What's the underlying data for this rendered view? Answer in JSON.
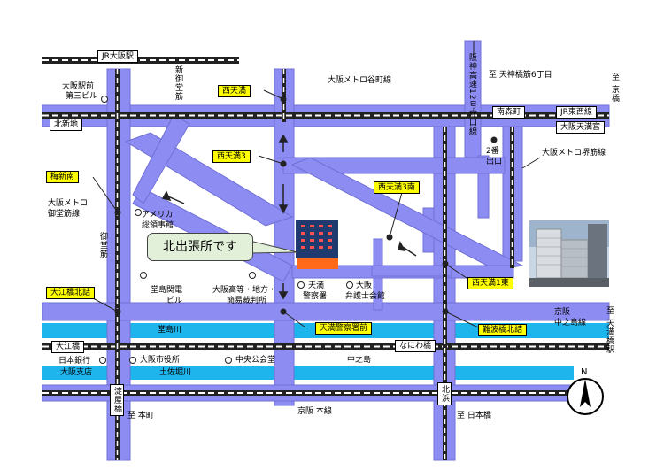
{
  "stations": {
    "jr_osaka": "JR大阪駅",
    "kitashinchi": "北新地",
    "minamimorimachi": "南森町",
    "jr_tozai_line": "JR東西線",
    "osaka_tenmangu": "大阪天満宮",
    "nishi_umeda": "西天満",
    "higashi_umeda_south": "梅新南",
    "oebashi": "大江橋",
    "naniwabashi": "なにわ橋",
    "yodoyabashi": "淀屋橋",
    "kitahama": "北浜"
  },
  "yellow_labels": {
    "nishitenma": "西天満",
    "nishitenma3": "西天満3",
    "nishitenma3minami": "西天満3南",
    "nishitenma1higashi": "西天満1東",
    "umeshinminami": "梅新南",
    "oebashi_kitazume": "大江橋北詰",
    "tenma_police": "天満警察署前",
    "naniwabashi_kitazume": "難波橋北詰"
  },
  "lines": {
    "tanimachi": "大阪メトロ谷町線",
    "sakaisuji": "大阪メトロ堺筋線",
    "midosuji_a": "大阪メトロ",
    "midosuji_b": "御堂筋線",
    "hanshin_expressway": "阪神高速12号守口線",
    "keihan_nakanoshima_a": "京阪",
    "keihan_nakanoshima_b": "中之島線",
    "keihan_main": "京阪 本線",
    "shin_midosuji": "新御堂筋",
    "midosuji_street": "御堂筋"
  },
  "landmarks": {
    "osaka_ekimae_a": "大阪駅前",
    "osaka_ekimae_b": "第三ビル",
    "us_consulate_a": "アメリカ",
    "us_consulate_b": "総領事館",
    "dojima_kanden_a": "堂島関電",
    "dojima_kanden_b": "ビル",
    "courts_a": "大阪高等・地方・",
    "courts_b": "簡易裁判所",
    "tenma_police_a": "天満",
    "tenma_police_b": "警察署",
    "bar_assoc_a": "大阪",
    "bar_assoc_b": "弁護士会館",
    "dojimagawa": "堂島川",
    "tosaborigawa": "土佐堀川",
    "nakanoshima": "中之島",
    "bank_of_japan_a": "日本銀行",
    "bank_of_japan_b": "大阪支店",
    "city_hall": "大阪市役所",
    "public_hall": "中央公会堂",
    "exit2_a": "2番",
    "exit2_b": "出口"
  },
  "directions": {
    "to_tenjinbashi": "至 天神橋筋6丁目",
    "to_kyobashi": "至 京橋",
    "to_tenmabashi": "至 天満橋駅",
    "to_honmachi": "至 本町",
    "to_nihonbashi": "至 日本橋"
  },
  "callout": "北出張所です",
  "compass": "N",
  "colors": {
    "road": "#8c8cf2",
    "river": "#1eb4ec",
    "rail_dark": "#222222",
    "highlight": "#ffff00",
    "building_orange": "#ff6a1a",
    "building_navy": "#1f3a6e",
    "callout_fill": "#e2f0d9"
  }
}
